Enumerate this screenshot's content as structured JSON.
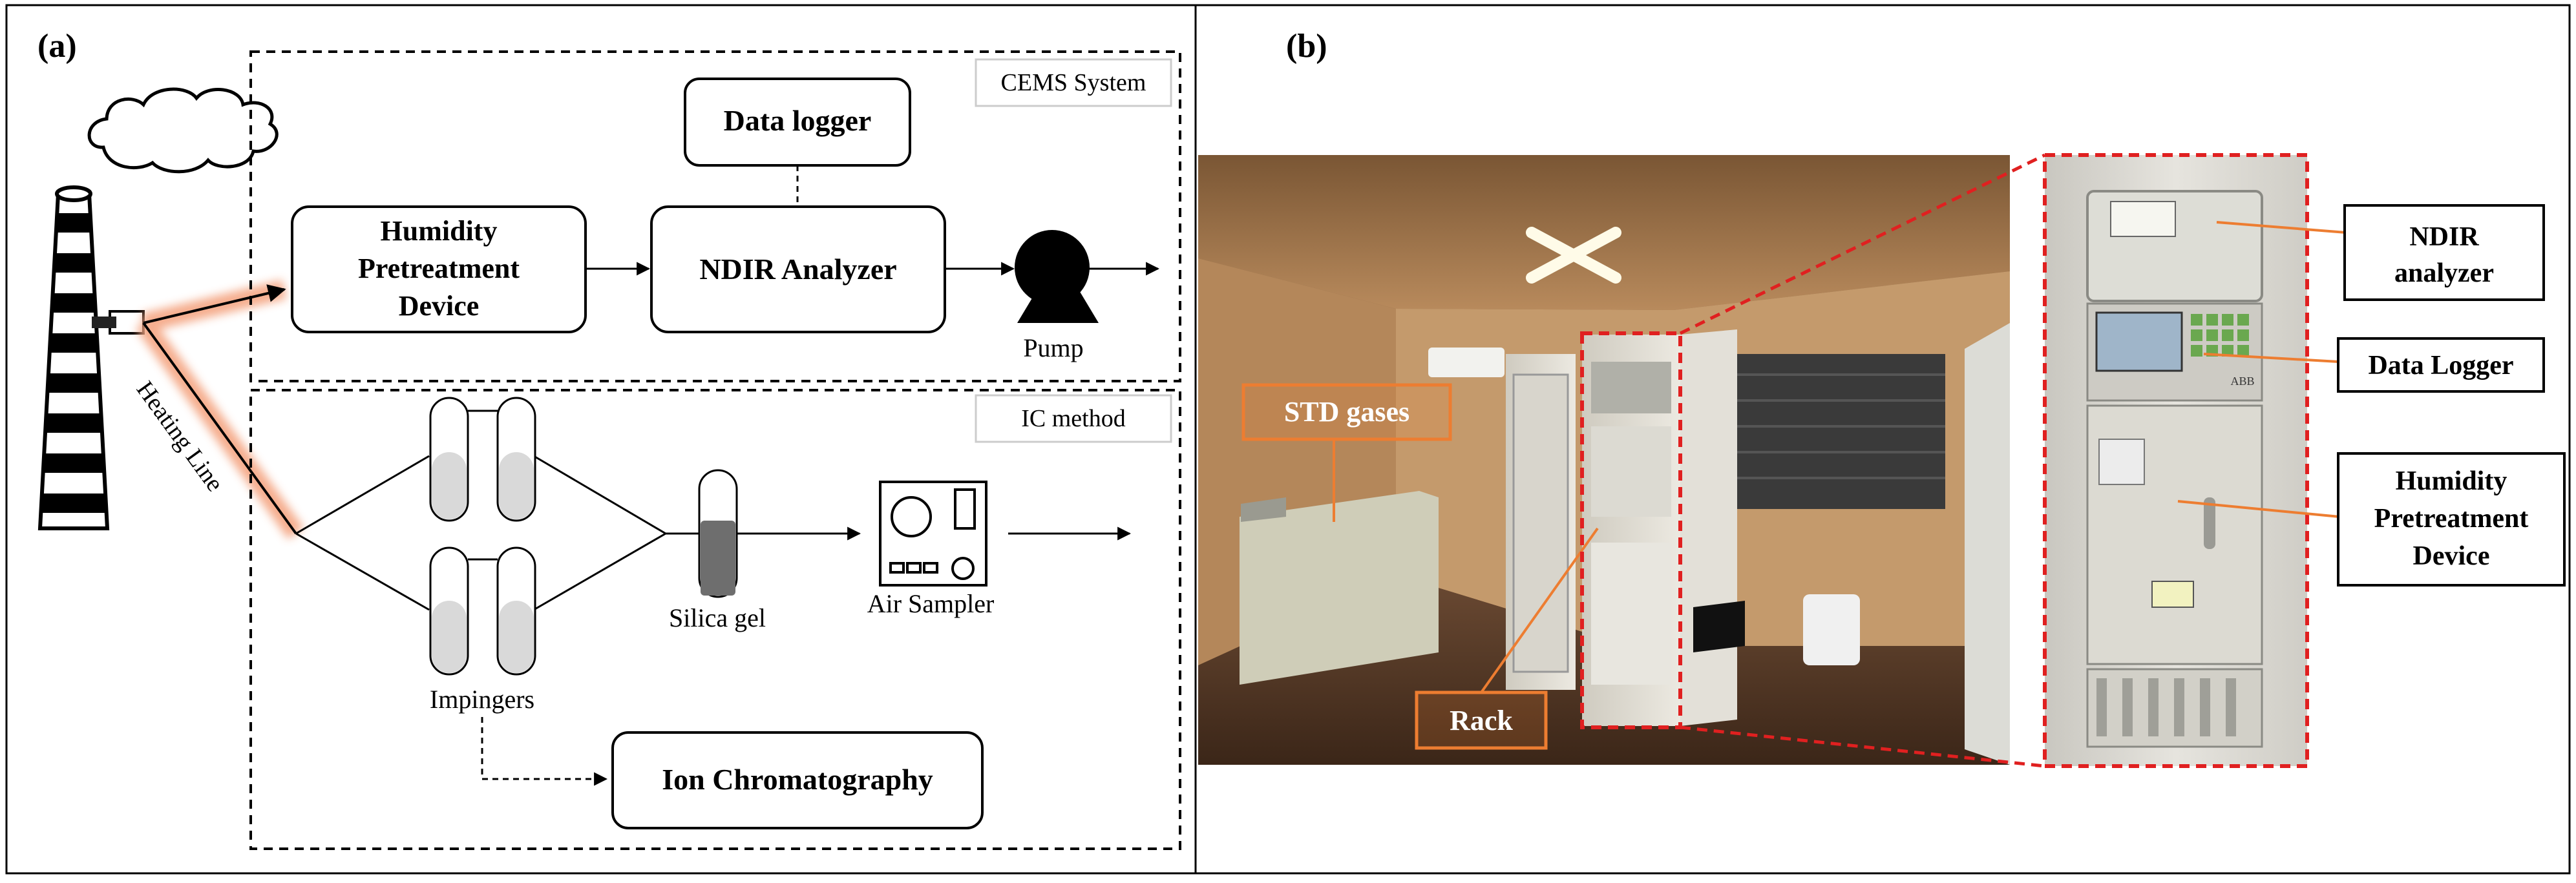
{
  "panel_a": {
    "label": "(a)",
    "cems": {
      "title": "CEMS System",
      "data_logger": "Data logger",
      "humidity_device": [
        "Humidity",
        "Pretreatment",
        "Device"
      ],
      "ndir": "NDIR Analyzer",
      "pump": "Pump"
    },
    "ic": {
      "title": "IC method",
      "impingers": "Impingers",
      "silica_gel": "Silica gel",
      "air_sampler": "Air Sampler",
      "ion_chromatography": "Ion Chromatography"
    },
    "heating_line": "Heating Line"
  },
  "panel_b": {
    "label": "(b)",
    "callouts": {
      "std_gases": "STD gases",
      "rack": "Rack",
      "ndir": [
        "NDIR",
        "analyzer"
      ],
      "data_logger": "Data Logger",
      "humidity_device": [
        "Humidity",
        "Pretreatment",
        "Device"
      ]
    },
    "logger_screen_text": "ABB"
  },
  "colors": {
    "line": "#000000",
    "heating_glow": "#f4a582",
    "callout_orange": "#ed7d31",
    "highlight_red": "#e02020"
  }
}
